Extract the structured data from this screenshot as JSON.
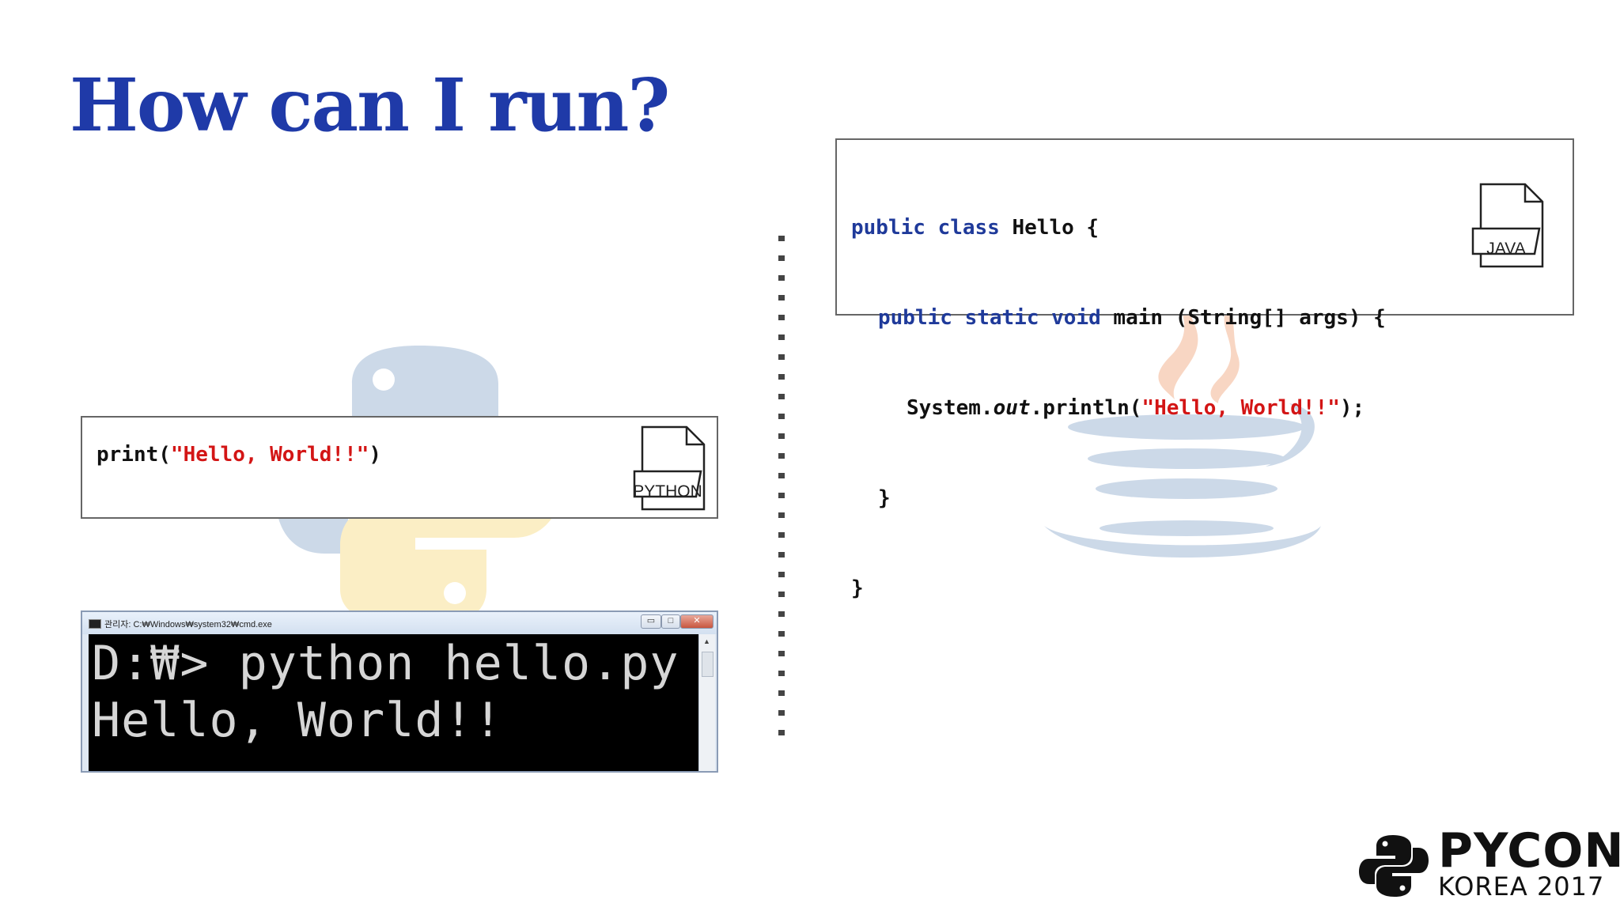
{
  "slide": {
    "title": "How can I run?"
  },
  "python_code": {
    "prefix": "print(",
    "string": "\"Hello, World!!\"",
    "suffix": ")",
    "file_label": "PYTHON"
  },
  "java_code": {
    "line1_kw": "public class",
    "line1_rest": " Hello {",
    "line2_kw": "public static void",
    "line2_rest": " main (String[] args) {",
    "line3_a": "System.",
    "line3_b": "out",
    "line3_c": ".println(",
    "line3_str": "\"Hello, World!!\"",
    "line3_d": ");",
    "line4": "}",
    "line5": "}",
    "file_label": "JAVA"
  },
  "terminal": {
    "window_title": "관리자: C:₩Windows₩system32₩cmd.exe",
    "minimize": "▭",
    "maximize": "□",
    "close": "✕",
    "line1": "D:₩> python hello.py",
    "line2": "Hello, World!!"
  },
  "branding": {
    "name": "PYCON",
    "sub": "KOREA 2017"
  },
  "colors": {
    "title": "#1f3aa8",
    "keyword": "#1f3a9a",
    "string": "#d31515"
  }
}
